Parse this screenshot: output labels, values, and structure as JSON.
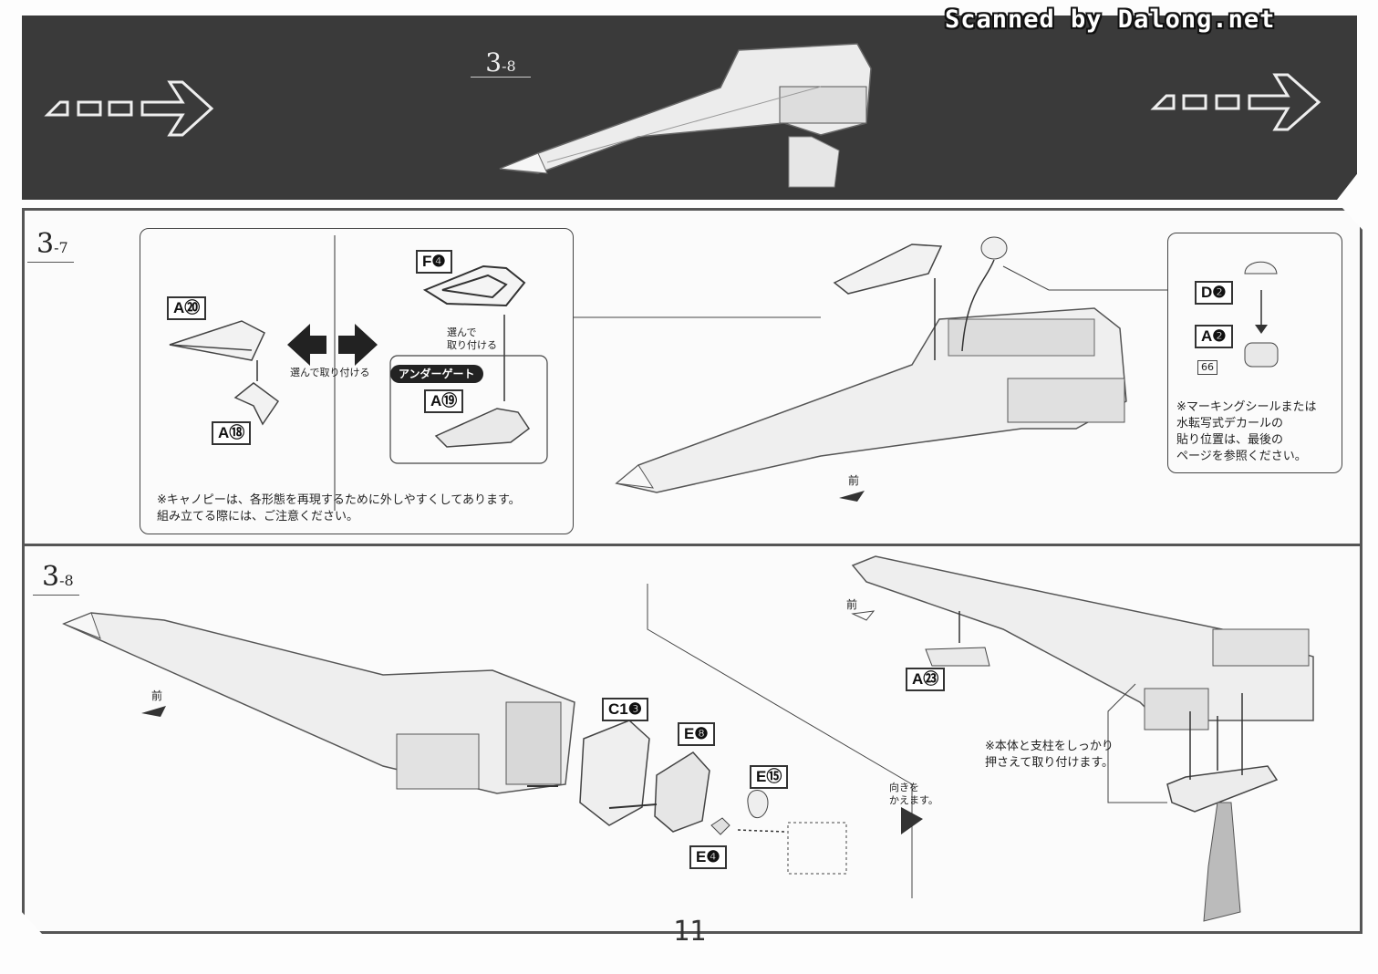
{
  "watermark": "Scanned by Dalong.net",
  "banner": {
    "step_main": "3",
    "step_sub": "-8"
  },
  "step_3_7": {
    "step_main": "3",
    "step_sub": "-7",
    "inset_left": {
      "parts": {
        "a20": "A⑳",
        "a18": "A⑱",
        "f4": "F❹",
        "a19": "A⑲"
      },
      "choose_attach": "選んで取り付ける",
      "choose_attach_short": "選んで\n取り付ける",
      "undergate": "アンダーゲート",
      "caution": "※キャノピーは、各形態を再現するために外しやすくしてあります。\n組み立てる際には、ご注意ください。"
    },
    "inset_right": {
      "parts": {
        "d2": "D❷",
        "a2": "A❷"
      },
      "decal_ref": "66",
      "note": "※マーキングシールまたは\n水転写式デカールの\n貼り位置は、最後の\nページを参照ください。"
    },
    "front_label": "前"
  },
  "step_3_8": {
    "step_main": "3",
    "step_sub": "-8",
    "front_label_left": "前",
    "front_label_right": "前",
    "parts": {
      "c13": "C1❸",
      "e8": "E❽",
      "e15": "E⑮",
      "e4": "E❹",
      "a23": "A㉓"
    },
    "rotate_note": "向きを\nかえます。",
    "stand_note": "※本体と支柱をしっかり\n押さえて取り付けます。"
  },
  "page_number": "11"
}
